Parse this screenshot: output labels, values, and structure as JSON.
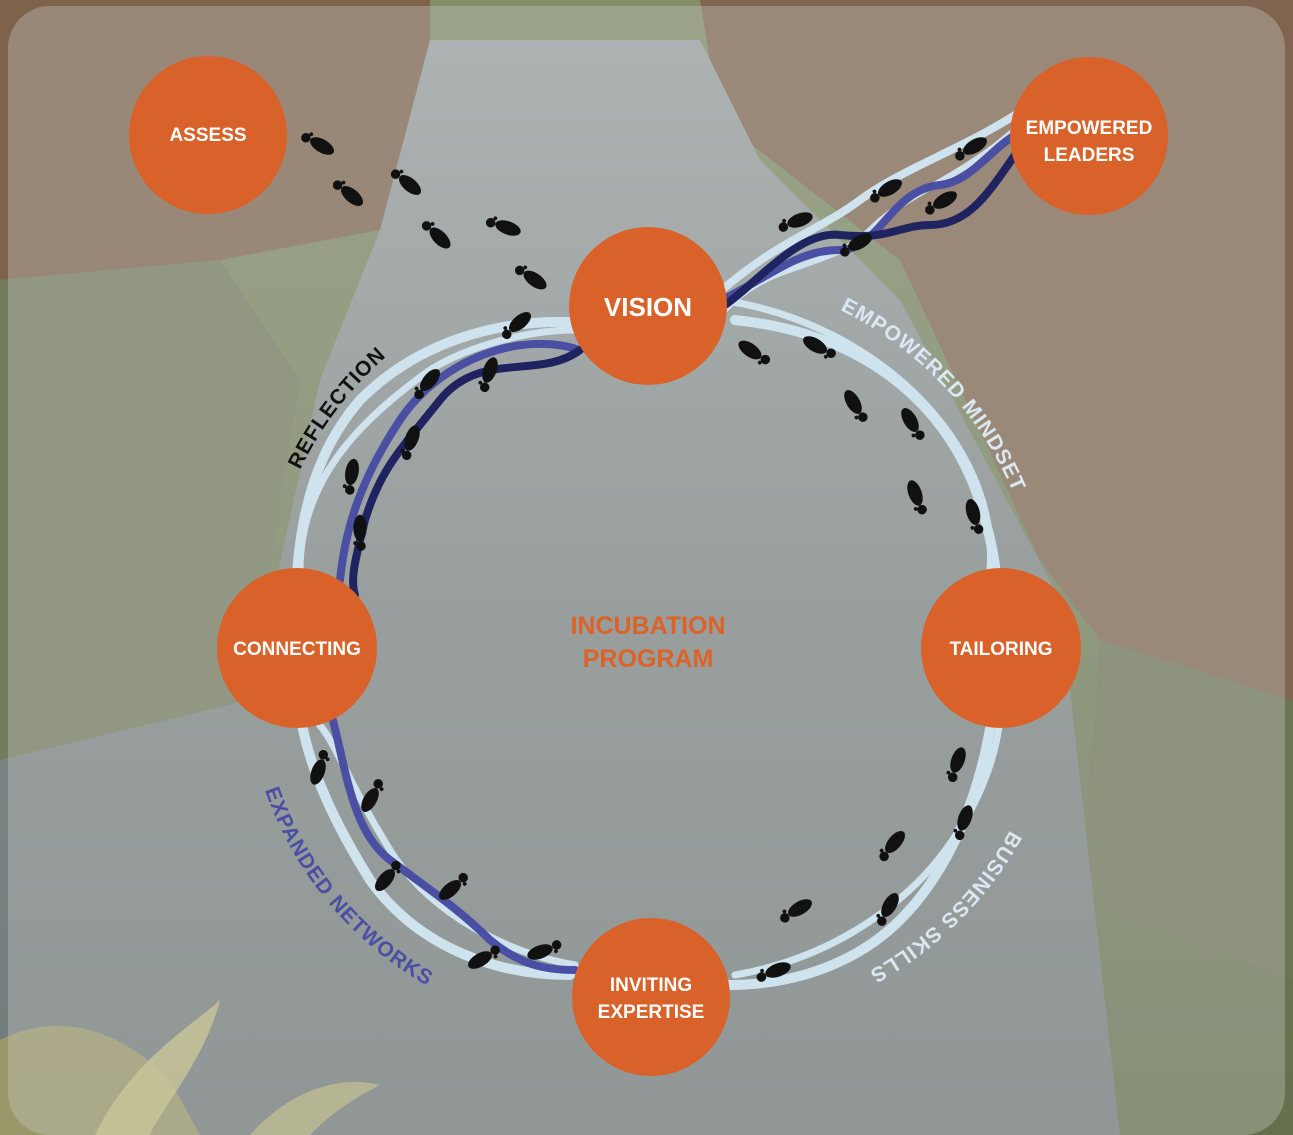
{
  "nodes": {
    "assess": "ASSESS",
    "vision": "VISION",
    "empowered_leaders": [
      "EMPOWERED",
      "LEADERS"
    ],
    "tailoring": "TAILORING",
    "inviting_expertise": [
      "INVITING",
      "EXPERTISE"
    ],
    "connecting": "CONNECTING"
  },
  "center": [
    "INCUBATION",
    "PROGRAM"
  ],
  "arc_labels": {
    "reflection": "REFLECTION",
    "empowered_mindset": "EMPOWERED MINDSET",
    "business_skills": "BUSINESS SKILLS",
    "expanded_networks": "EXPANDED NETWORKS"
  },
  "colors": {
    "node_fill": "#d9612a",
    "node_text": "#ffffff",
    "center_text": "#dc6227",
    "strand_light": "#cfe3ef",
    "strand_mid": "#4a4fa3",
    "strand_dark": "#1f2460",
    "footprint": "#111111",
    "reflection_text": "#111111",
    "mindset_text": "#d9e8f2",
    "business_text": "#d9e8f2",
    "networks_text": "#4a4fa3"
  },
  "icons": {
    "footprints": "footprint-icon",
    "photo": "river-gorge-photo"
  }
}
